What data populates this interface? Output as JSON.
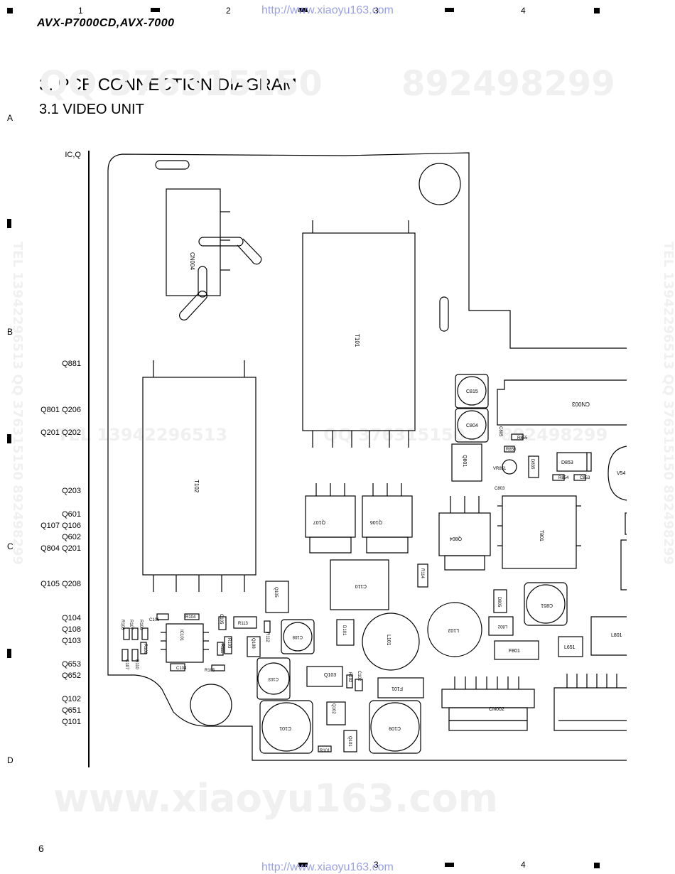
{
  "grid": {
    "top_numbers": [
      "1",
      "2",
      "3",
      "4"
    ],
    "bottom_numbers": [
      "3",
      "4"
    ],
    "row_letters": [
      "A",
      "B",
      "C",
      "D"
    ]
  },
  "header": {
    "url": "http://www.xiaoyu163.com",
    "model": "AVX-P7000CD,AVX-7000"
  },
  "section": {
    "title": "3. PCB CONNECTION DIAGRAM",
    "subtitle": "3.1 VIDEO UNIT"
  },
  "watermarks": {
    "qq_top_left": "QQ 376315150",
    "qq_top_right": "892498299",
    "tel_mid": "TEL 13942296513",
    "qq_mid": "QQ 376315150",
    "qq_mid_right": "892498299",
    "side_vertical": "TEL 13942296513 QQ 376315150 892498299",
    "bottom": "www.xiaoyu163.com"
  },
  "ref_labels": [
    "IC,Q",
    "Q881",
    "Q801 Q206",
    "Q201 Q202",
    "Q203",
    "Q601",
    "Q107 Q106",
    "Q602",
    "Q804 Q201",
    "Q105 Q208",
    "Q104",
    "Q108",
    "Q103",
    "Q653",
    "Q652",
    "Q102",
    "Q651",
    "Q101"
  ],
  "components": {
    "cn004": "CN004",
    "t101": "T101",
    "t102": "T102",
    "cn003": "CN003",
    "c815": "C815",
    "c804": "C804",
    "c805": "C805",
    "q801": "Q801",
    "r855": "R855",
    "r856": "R856",
    "vr851": "VR851",
    "d835": "D835",
    "d853": "D853",
    "r854": "R854",
    "c853": "C853",
    "v54": "V54",
    "c803": "C803",
    "q107": "Q107",
    "q106": "Q106",
    "q804": "Q804",
    "t801": "T801",
    "r114": "R114",
    "c110": "C110",
    "q105": "Q105",
    "d805": "D805",
    "c851": "C851",
    "l102": "L102",
    "l802": "L802",
    "l801": "L801",
    "f801": "F801",
    "l651": "L651",
    "c106": "C106",
    "r104": "R104",
    "c105": "C105",
    "r113": "R113",
    "r108": "R108",
    "r107": "R107",
    "r106": "R106",
    "ic101": "IC101",
    "r111": "R111",
    "r103": "R103",
    "r112": "R112",
    "c108": "C108",
    "d101": "D101",
    "l101": "L101",
    "c107": "C107",
    "r110": "R110",
    "r109": "R109",
    "c104": "C104",
    "r105": "R105",
    "q108": "Q108",
    "c103": "C103",
    "q103": "Q103",
    "r102": "R102",
    "c102": "C102",
    "f101": "F101",
    "cn002": "CN002",
    "c101": "C101",
    "q102": "Q102",
    "c109": "C109",
    "q101": "Q101",
    "r101": "R101"
  },
  "footer": {
    "page_number": "6",
    "url": "http://www.xiaoyu163.com"
  }
}
